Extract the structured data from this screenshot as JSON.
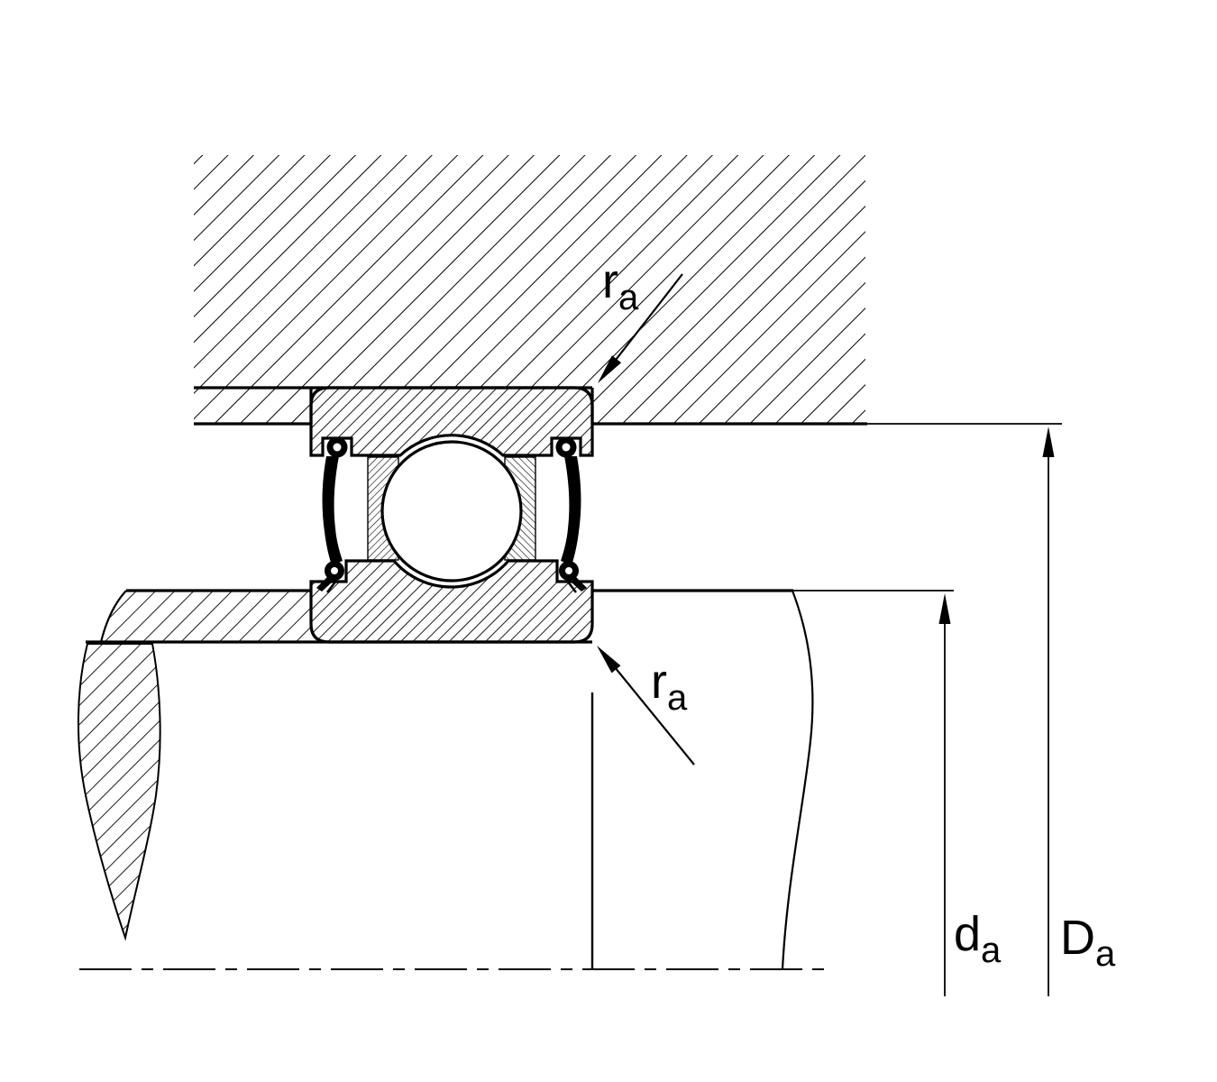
{
  "drawing": {
    "figure": "bearing-mounting-cross-section",
    "colors": {
      "ink": "#000000",
      "paper": "#ffffff"
    },
    "labels": {
      "fillet_radius_top": {
        "symbol": "r",
        "subscript": "a"
      },
      "fillet_radius_bottom": {
        "symbol": "r",
        "subscript": "a"
      },
      "shaft_abutment_diameter": {
        "symbol": "d",
        "subscript": "a"
      },
      "housing_abutment_diameter": {
        "symbol": "D",
        "subscript": "a"
      }
    }
  }
}
